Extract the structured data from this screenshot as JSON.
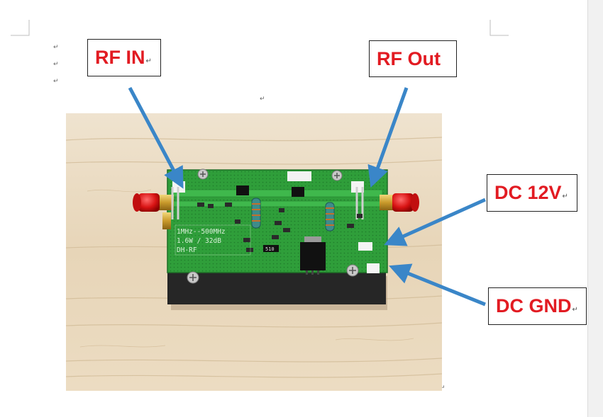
{
  "document": {
    "paragraph_mark": "↵"
  },
  "callouts": {
    "rf_in": "RF IN",
    "rf_out": "RF Out",
    "dc_12v": "DC 12V",
    "dc_gnd": "DC GND"
  },
  "board_silkscreen": {
    "line1": "1MHz--500MHz",
    "line2": "1.6W / 32dB",
    "line3": "DH-RF",
    "resistor_marking": "510"
  },
  "colors": {
    "callout_text": "#e21b22",
    "arrow": "#3a86c8",
    "pcb": "#2f9e3a"
  }
}
